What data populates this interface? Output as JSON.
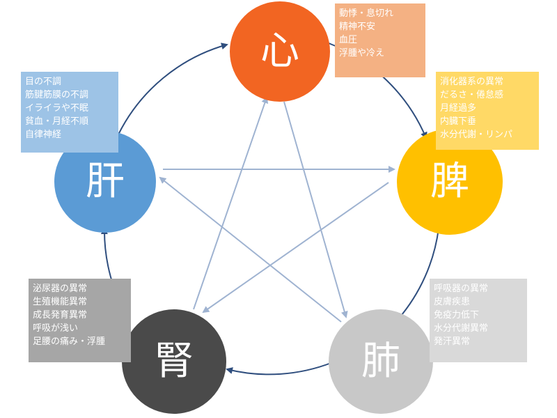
{
  "organs": {
    "heart": {
      "label": "心",
      "color": "#f26522"
    },
    "spleen": {
      "label": "脾",
      "color": "#ffc000"
    },
    "lung": {
      "label": "肺",
      "color": "#c8c8c8"
    },
    "kidney": {
      "label": "腎",
      "color": "#4a4a4a"
    },
    "liver": {
      "label": "肝",
      "color": "#5b9bd5"
    }
  },
  "symptoms": {
    "heart": {
      "color": "#f4b183",
      "lines": [
        "動悸・息切れ",
        "精神不安",
        "血圧",
        "浮腫や冷え"
      ]
    },
    "spleen": {
      "color": "#ffd966",
      "lines": [
        "消化器系の異常",
        "だるさ・倦怠感",
        "月経過多",
        "内臓下垂",
        "水分代謝・リンパ"
      ]
    },
    "lung": {
      "color": "#d9d9d9",
      "lines": [
        "呼吸器の異常",
        "皮膚疾患",
        "免疫力低下",
        "水分代謝異常",
        "発汗異常"
      ]
    },
    "kidney": {
      "color": "#a6a6a6",
      "lines": [
        "泌尿器の異常",
        "生殖機能異常",
        "成長発育異常",
        "呼吸が浅い",
        "足腰の痛み・浮腫"
      ]
    },
    "liver": {
      "color": "#9dc3e6",
      "lines": [
        "目の不調",
        "筋腱筋膜の不調",
        "イライラや不眠",
        "貧血・月経不順",
        "自律神経"
      ]
    }
  },
  "arrows": {
    "cycle_color": "#2f4e7e",
    "star_color": "#9fb3d1",
    "generating_cycle": [
      "heart",
      "spleen",
      "lung",
      "kidney",
      "liver"
    ],
    "controlling_star": [
      [
        "heart",
        "lung"
      ],
      [
        "lung",
        "liver"
      ],
      [
        "liver",
        "spleen"
      ],
      [
        "spleen",
        "kidney"
      ],
      [
        "kidney",
        "heart"
      ]
    ]
  }
}
